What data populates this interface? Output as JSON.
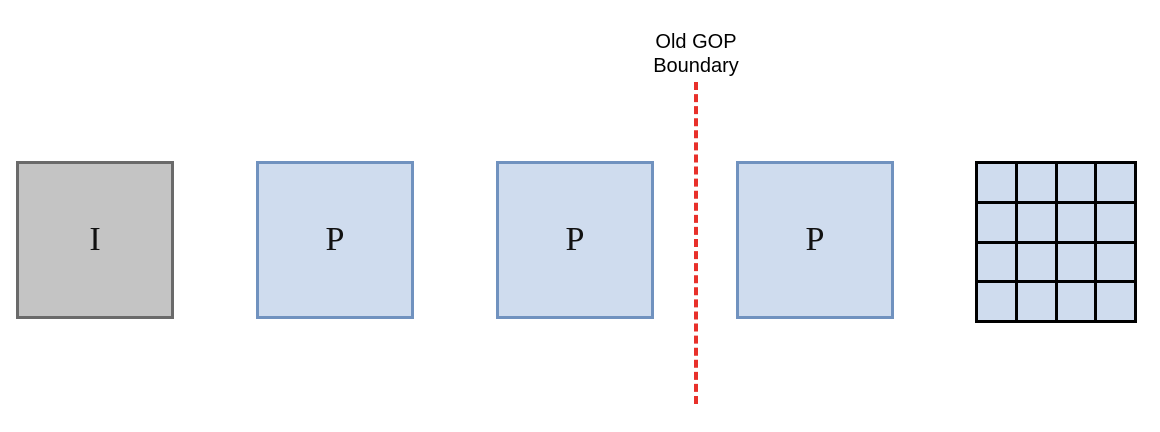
{
  "frames": [
    {
      "label": "I",
      "type": "i-frame"
    },
    {
      "label": "P",
      "type": "p-frame"
    },
    {
      "label": "P",
      "type": "p-frame"
    },
    {
      "label": "P",
      "type": "p-frame"
    }
  ],
  "boundary": {
    "line1": "Old GOP",
    "line2": "Boundary",
    "color": "#e8302a"
  },
  "colors": {
    "i_fill": "#c4c4c4",
    "i_border": "#6a6a6a",
    "p_fill": "#cfdcee",
    "p_border": "#7092bf"
  },
  "grid_frame": {
    "rows": 4,
    "cols": 4
  }
}
